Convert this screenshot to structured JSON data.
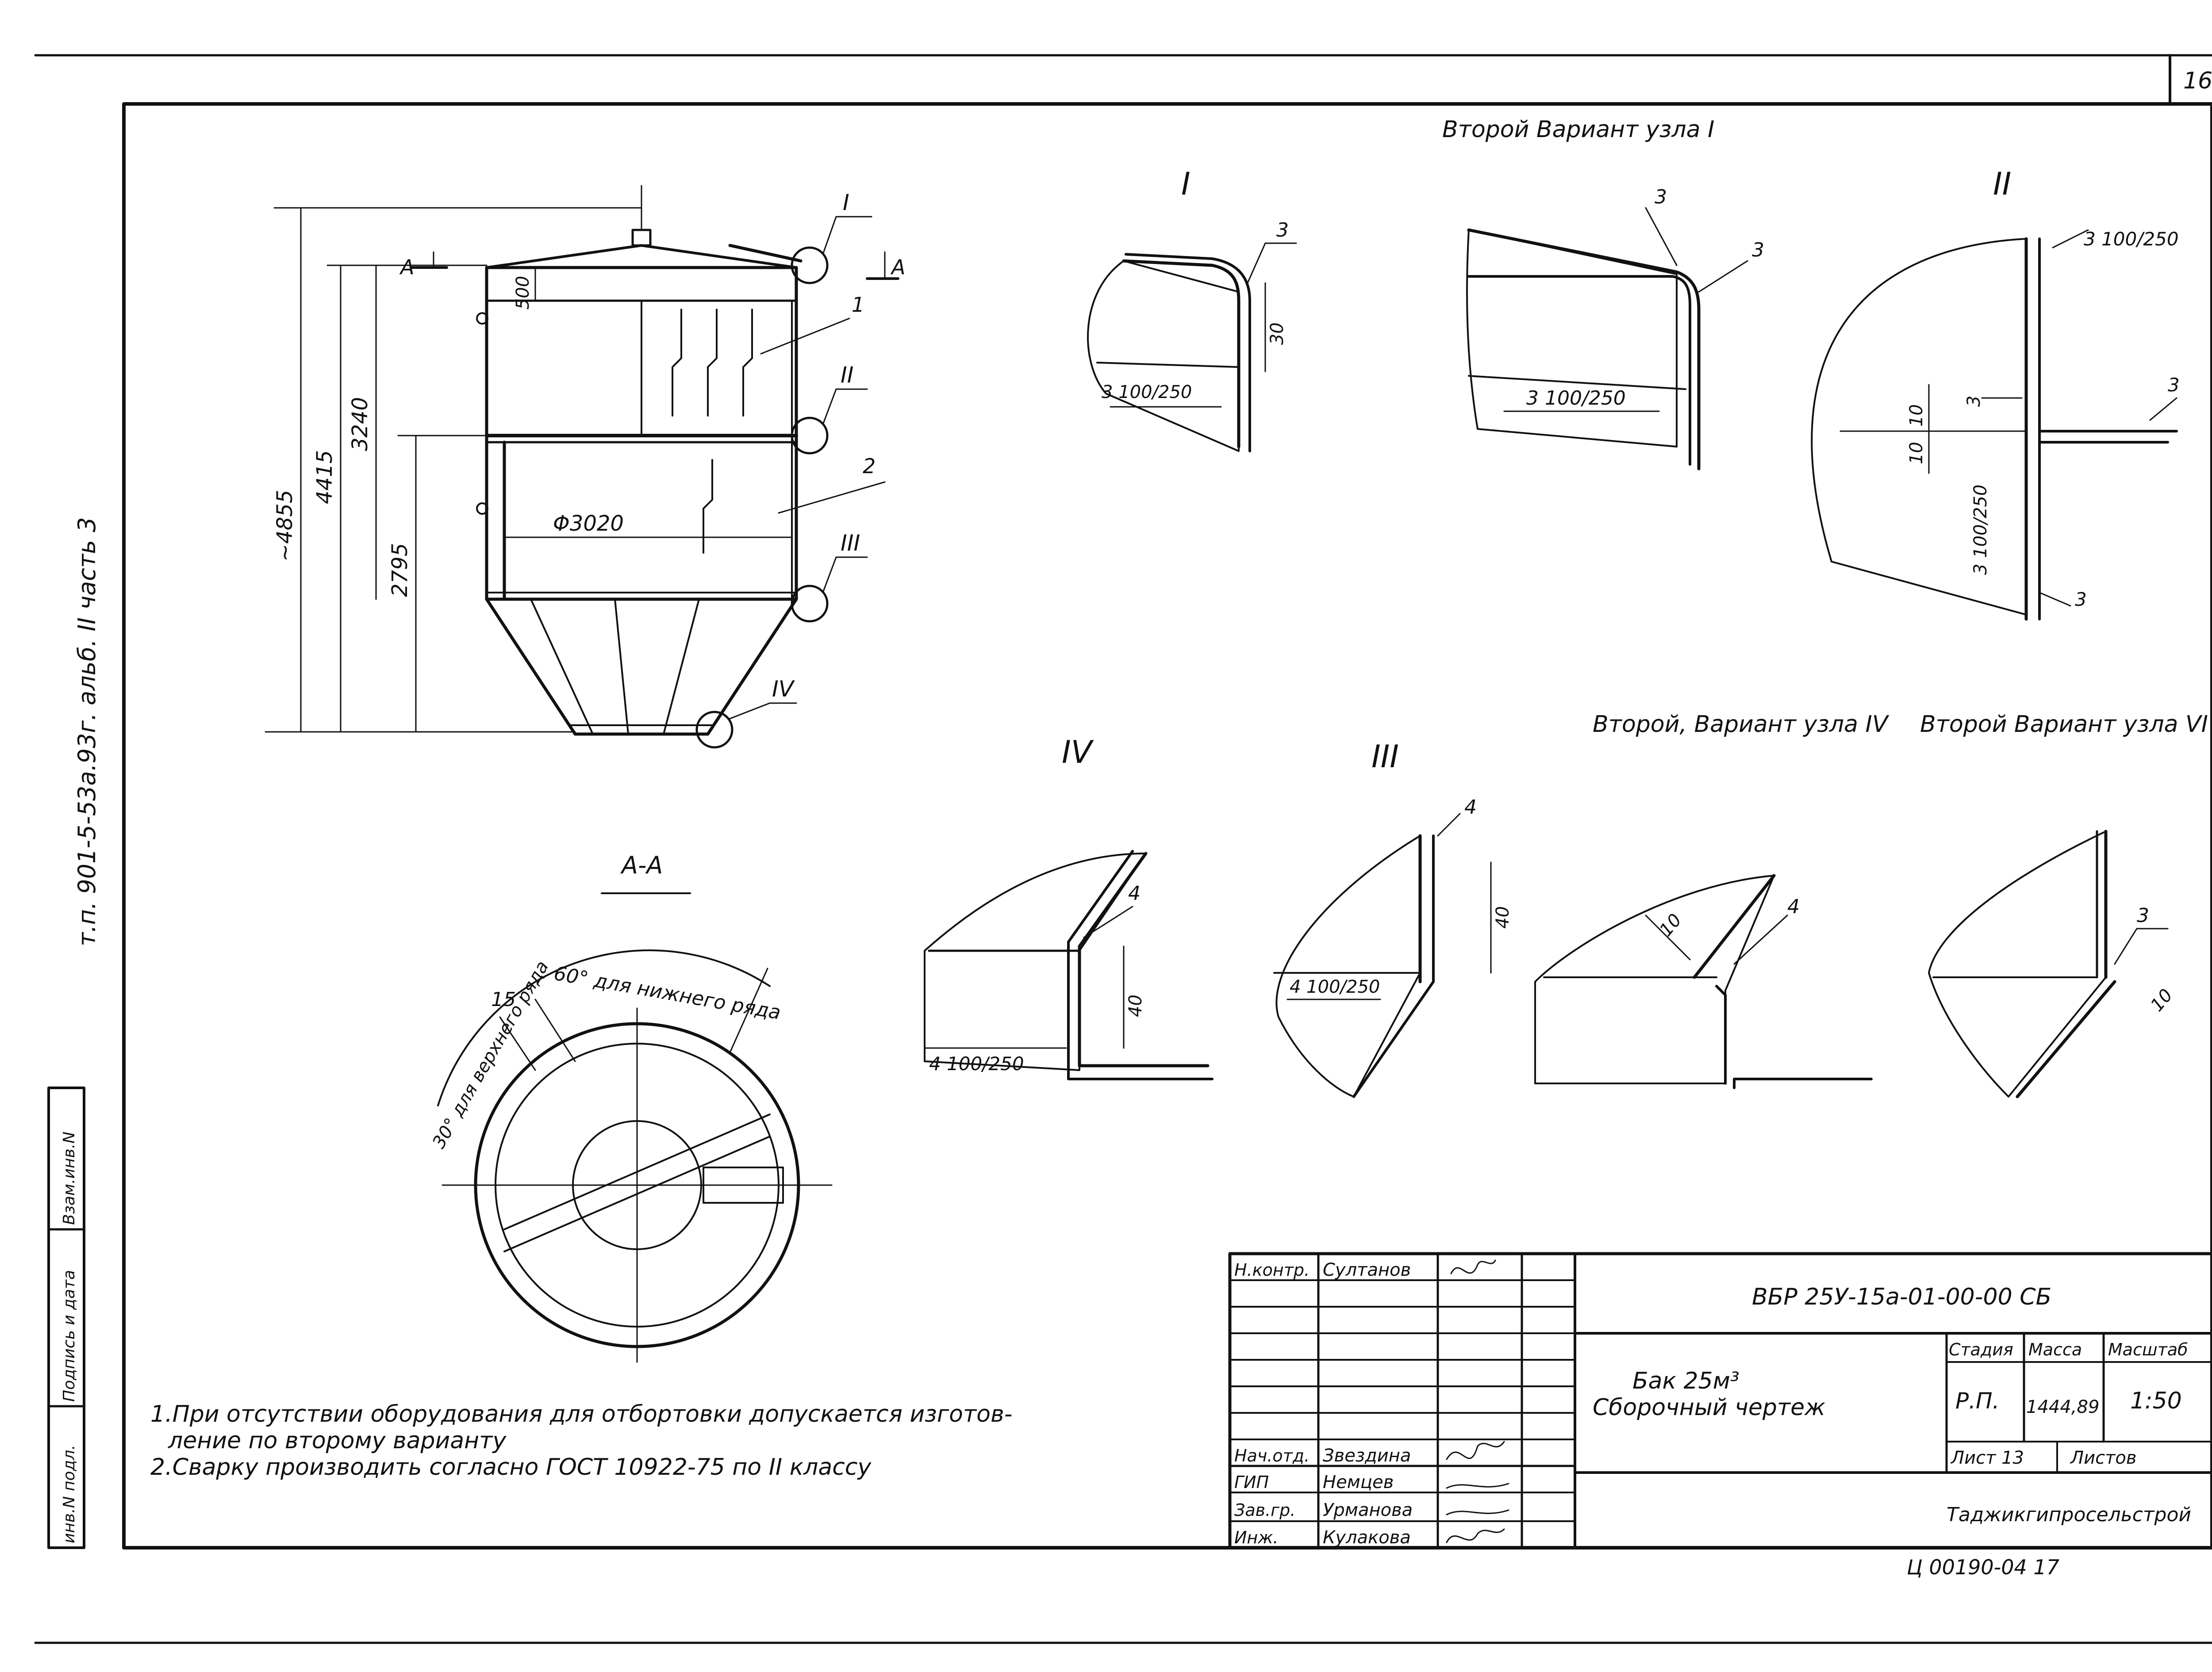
{
  "sheet": {
    "page_number": "16",
    "side_note": "т.п. 901-5-53а.93г. альб. II часть 3",
    "bottom_code": "Ц 00190-04   17",
    "stamp_columns": [
      "инв.N подл.",
      "Подпись и дата",
      "Взам.инв.N"
    ]
  },
  "main_view": {
    "dims": [
      "~4855",
      "4415",
      "3240",
      "2795",
      "500",
      "Φ3020"
    ],
    "section_mark": "A",
    "callouts": [
      "I",
      "II",
      "III",
      "IV",
      "1",
      "2"
    ]
  },
  "section_aa": {
    "title": "А-А",
    "label_upper": "30° для верхнего ряда",
    "label_15": "15",
    "label_lower": "60° для нижнего ряда"
  },
  "details": {
    "d1": {
      "title": "I",
      "weld_top": "3",
      "weld_bottom": "3 100/250",
      "dim": "30"
    },
    "d1b": {
      "title": "Второй Вариант узла I",
      "weld_a": "3",
      "weld_b": "3",
      "weld_c": "3 100/250"
    },
    "d2": {
      "title": "II",
      "weld_top": "3 100/250",
      "weld_mid": "3",
      "weld_right": "3",
      "weld_side": "3 100/250",
      "weld_bottom": "3",
      "dim_a": "10",
      "dim_b": "10"
    },
    "d4": {
      "title": "IV",
      "weld_top": "4",
      "weld_bottom": "4 100/250",
      "dim": "40"
    },
    "d3": {
      "title": "III",
      "weld_top": "4",
      "weld_bottom": "4 100/250",
      "dim": "40"
    },
    "d4b": {
      "title": "Второй, Вариант узла IV",
      "weld": "4",
      "dim": "10"
    },
    "d6b": {
      "title": "Второй Вариант узла VI",
      "weld": "3",
      "dim": "10"
    }
  },
  "notes": [
    "1.При отсутствии оборудования для отбортовки допускается изготов-",
    "ление по второму варианту",
    "2.Сварку производить согласно ГОСТ 10922-75 по II классу"
  ],
  "title_block": {
    "roles": [
      "Н.контр.",
      "",
      "",
      "",
      "Нач.отд.",
      "ГИП",
      "Зав.гр.",
      "Инж."
    ],
    "names": [
      "Султанов",
      "",
      "",
      "",
      "Звездина",
      "Немцев",
      "Урманова",
      "Кулакова"
    ],
    "doc_code": "ВБР 25У-15а-01-00-00 СБ",
    "name_line1": "Бак 25м³",
    "name_line2": "Сборочный чертеж",
    "stage_header": "Стадия",
    "mass_header": "Масса",
    "scale_header": "Масштаб",
    "stage": "Р.П.",
    "mass": "1444,89",
    "scale": "1:50",
    "sheet_label": "Лист 13",
    "sheets_label": "Листов",
    "organization": "Таджикгипросельстрой"
  }
}
